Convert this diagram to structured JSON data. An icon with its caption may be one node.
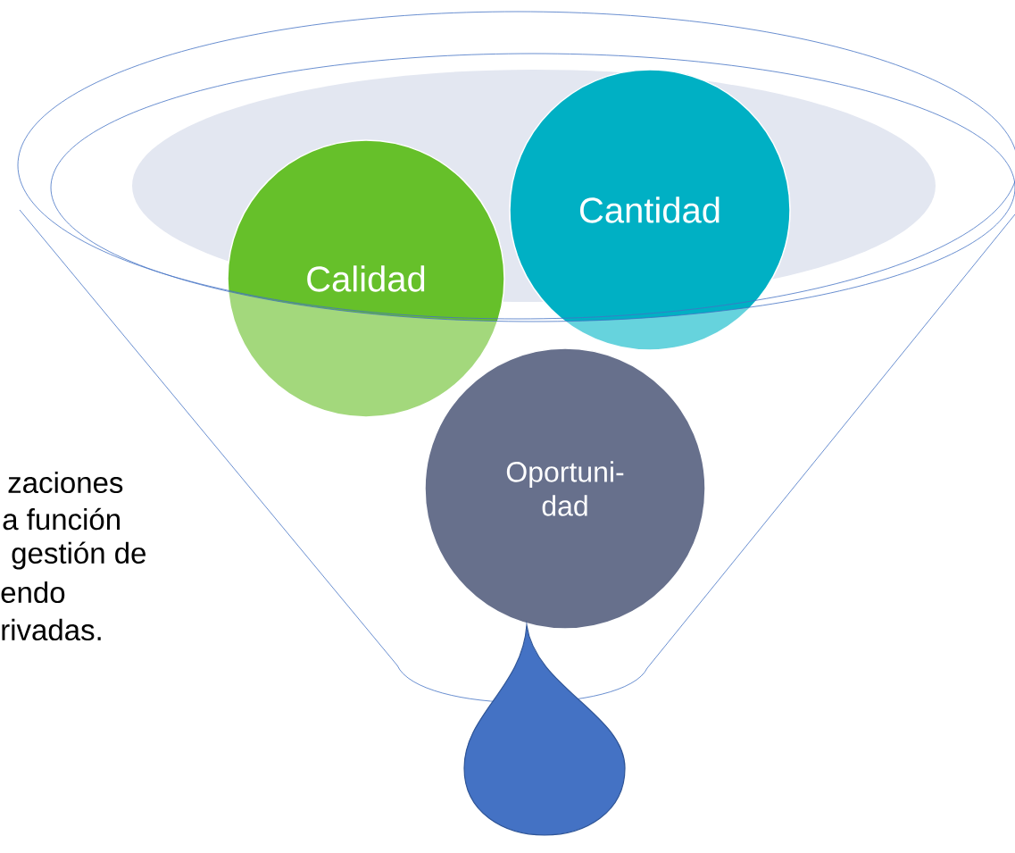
{
  "diagram": {
    "nodes": [
      {
        "text": [
          "Calidad"
        ]
      },
      {
        "text": [
          "Cantidad"
        ]
      },
      {
        "text": [
          "Oportuni- dad"
        ]
      },
      {
        "text": [],
        "shape": "drop"
      }
    ],
    "labels": [
      "zaciones",
      "a función",
      "gestión de",
      "endo",
      "rivadas."
    ]
  }
}
